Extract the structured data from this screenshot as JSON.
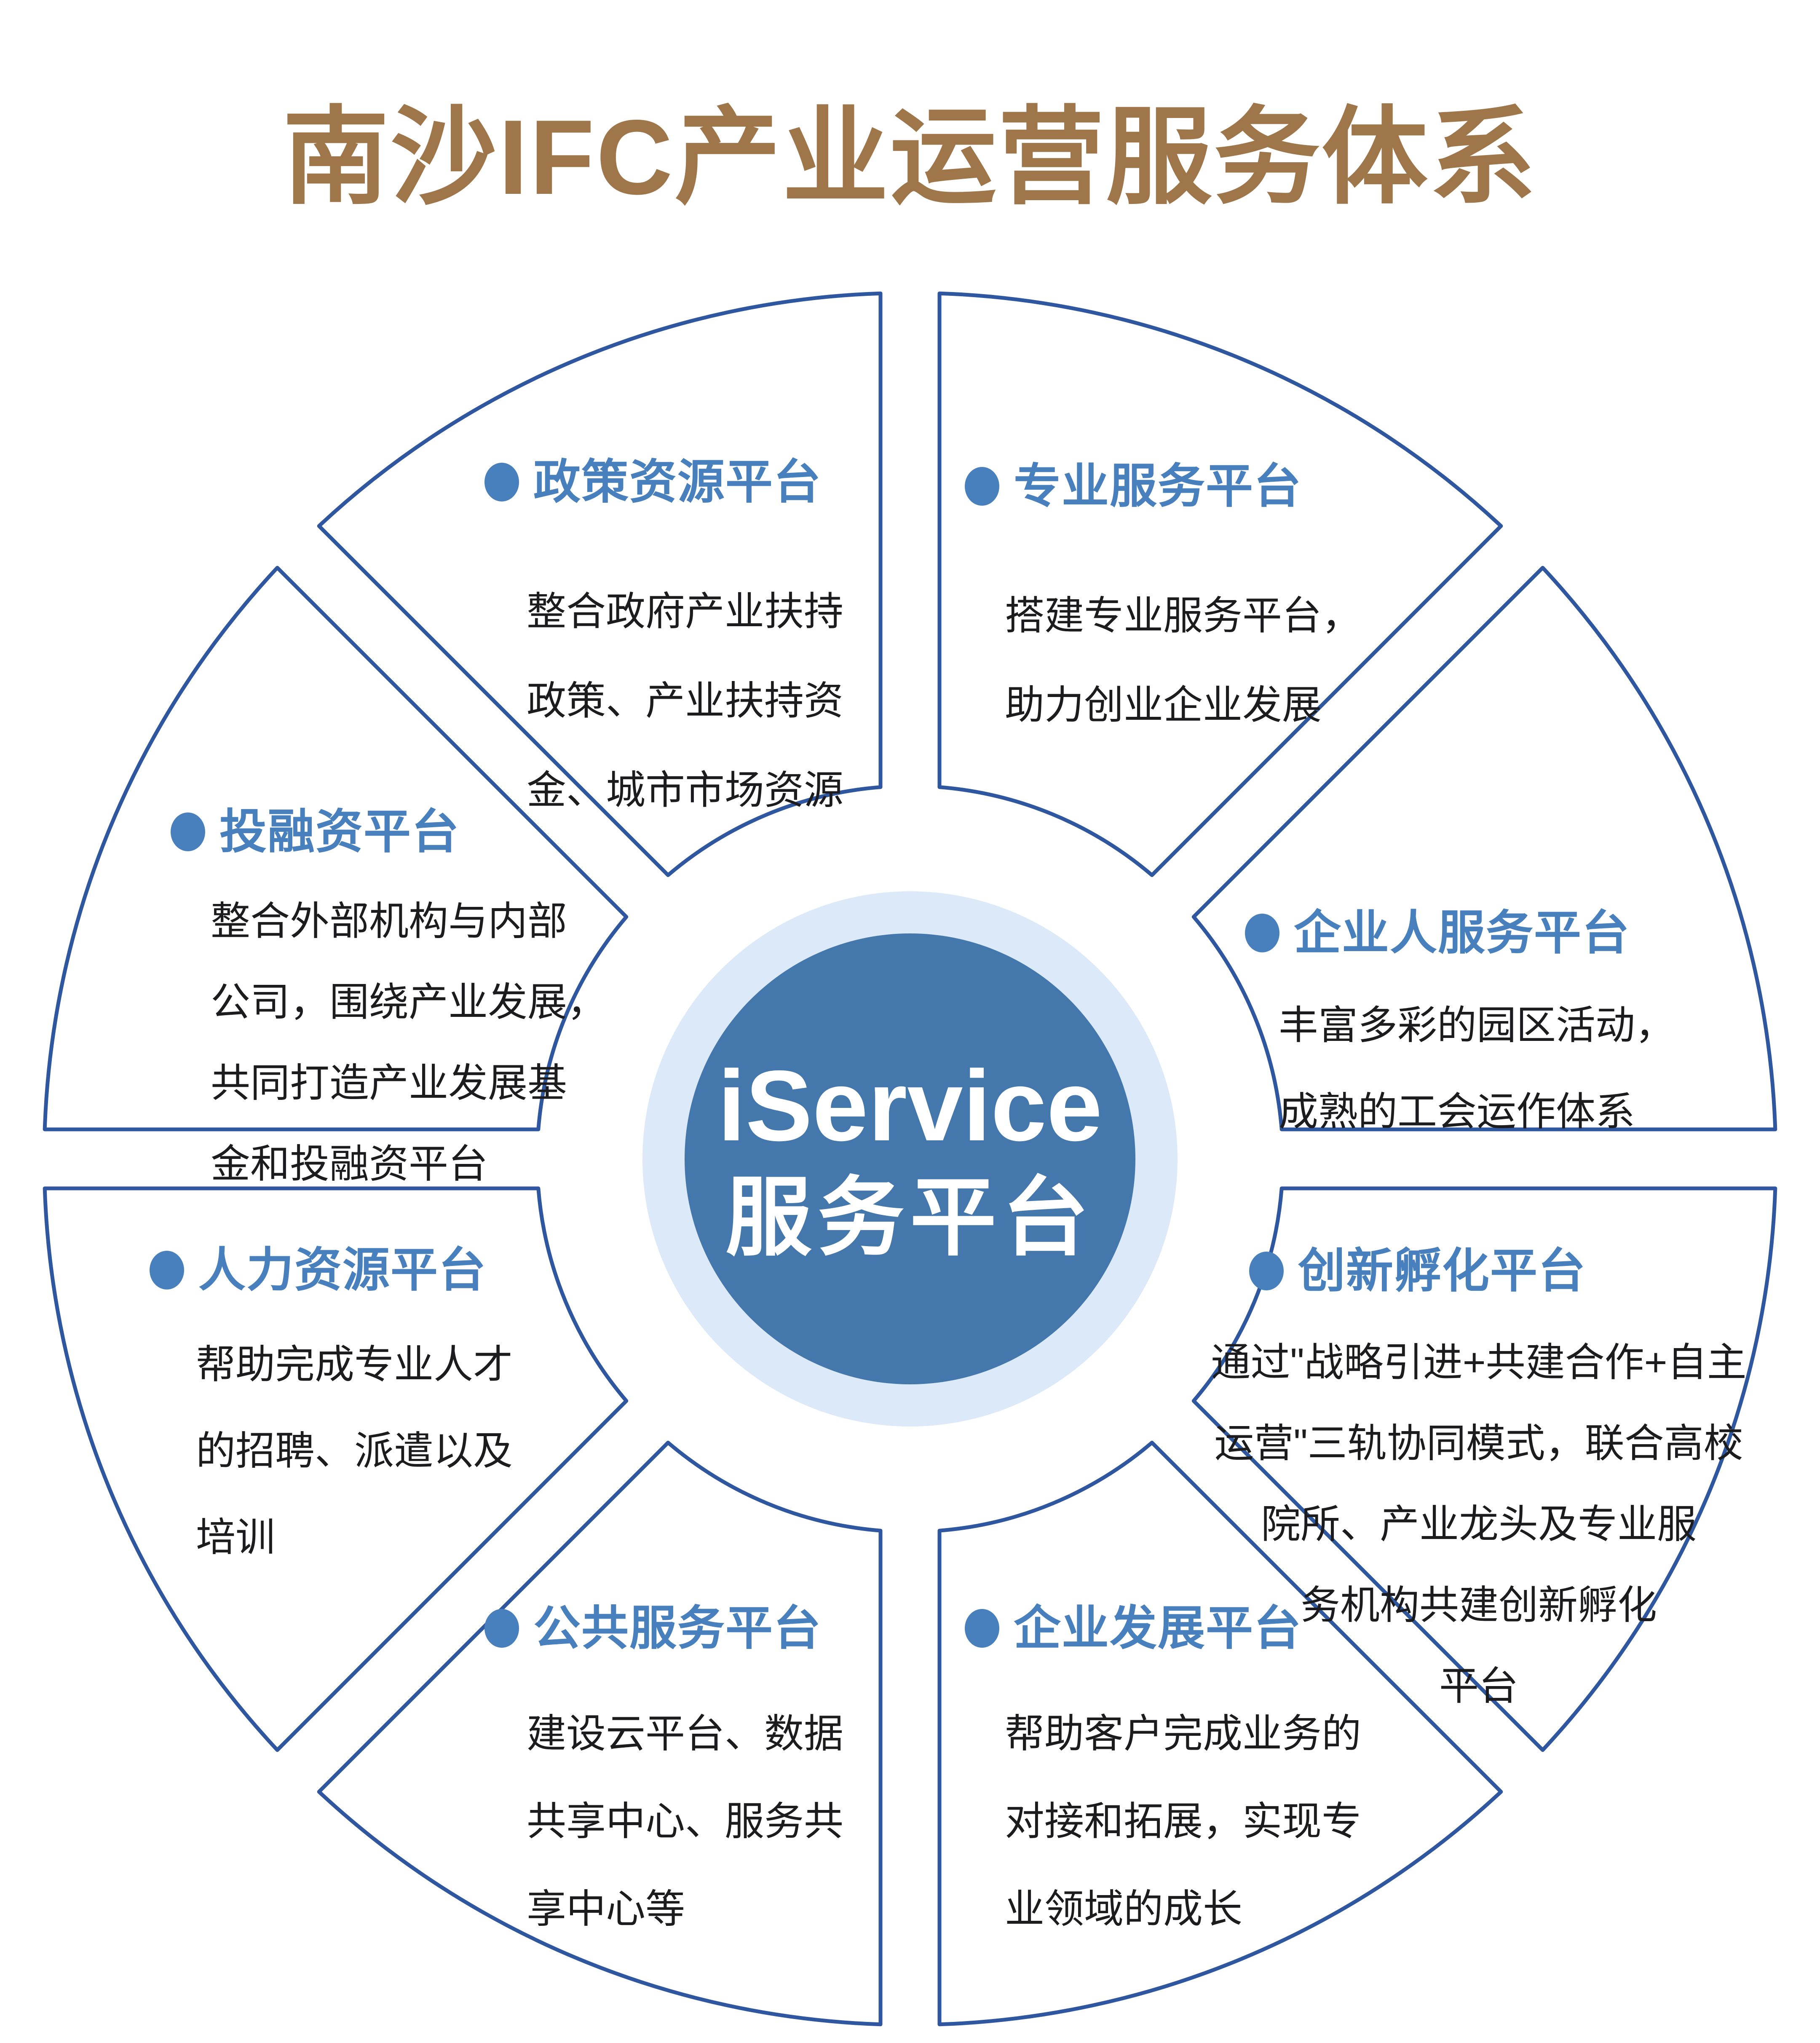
{
  "title": "南沙IFC产业运营服务体系",
  "colors": {
    "title": "#9e764a",
    "heading": "#4880bd",
    "body": "#1c1c1e",
    "outline": "#2e579f",
    "center_fill": "#4478ad",
    "center_halo": "#dbe9f8",
    "center_text": "#ffffff"
  },
  "center": {
    "line1": "iService",
    "line2": "服务平台"
  },
  "sectors": [
    {
      "id": "policy-resource",
      "heading": "政策资源平台",
      "body": [
        "整合政府产业扶持",
        "政策、产业扶持资",
        "金、城市市场资源"
      ]
    },
    {
      "id": "professional-service",
      "heading": "专业服务平台",
      "body": [
        "搭建专业服务平台，",
        "助力创业企业发展"
      ]
    },
    {
      "id": "enterprise-people-service",
      "heading": "企业人服务平台",
      "body": [
        "丰富多彩的园区活动，",
        "成熟的工会运作体系"
      ]
    },
    {
      "id": "innovation-incubation",
      "heading": "创新孵化平台",
      "body": [
        "通过\"战略引进+共建合作+自主",
        "运营\"三轨协同模式，联合高校",
        "院所、产业龙头及专业服",
        "务机构共建创新孵化",
        "平台"
      ]
    },
    {
      "id": "enterprise-development",
      "heading": "企业发展平台",
      "body": [
        "帮助客户完成业务的",
        "对接和拓展，实现专",
        "业领域的成长"
      ]
    },
    {
      "id": "public-service",
      "heading": "公共服务平台",
      "body": [
        "建设云平台、数据",
        "共享中心、服务共",
        "享中心等"
      ]
    },
    {
      "id": "human-resource",
      "heading": "人力资源平台",
      "body": [
        "帮助完成专业人才",
        "的招聘、派遣以及",
        "培训"
      ]
    },
    {
      "id": "investment-financing",
      "heading": "投融资平台",
      "body": [
        "整合外部机构与内部",
        "公司，围绕产业发展，",
        "共同打造产业发展基",
        "金和投融资平台"
      ]
    }
  ]
}
